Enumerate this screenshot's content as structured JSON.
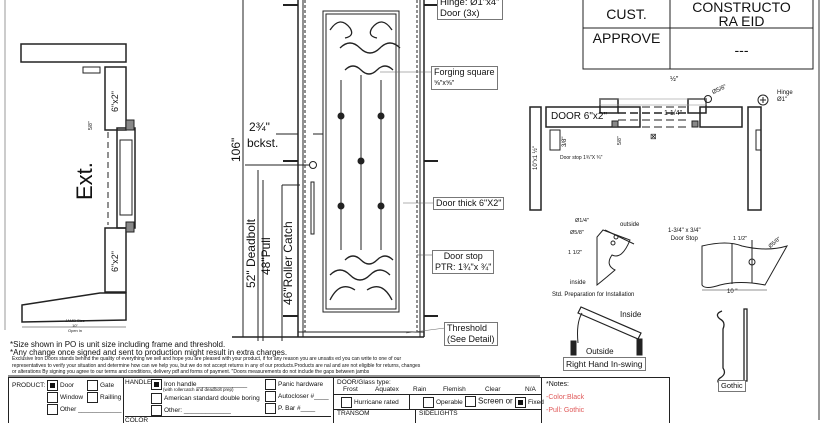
{
  "title_block": {
    "cust_label": "CUST.",
    "cust_value_line1": "CONSTRUCTO",
    "cust_value_line2": "RA EID",
    "approve_label": "APPROVE",
    "approve_value": "---"
  },
  "section_view": {
    "ext_label": "Ext.",
    "wall_top": "6\"x2\"",
    "wall_bottom": "6\"x2\"",
    "glass_dim": "5/8\"",
    "jamb_label": "JAMB Size",
    "jamb_size": "10\"",
    "jamb_open": "Open in"
  },
  "elevation": {
    "height_dim": "106\"",
    "backset_value": "2¾\"",
    "backset_label": "bckst.",
    "deadbolt": "52\" Deadbolt",
    "pull": "48\"Pull",
    "roller_catch": "46\"Roller Catch",
    "callouts": {
      "hinge_line1": "Hinge: Ø1\"x4\"",
      "hinge_line2": "Door (3x)",
      "forging_line1": "Forging square",
      "forging_line2": "⅝\"x⅝\"",
      "door_thick": "Door thick 6\"X2\"",
      "door_stop_line1": "Door stop",
      "door_stop_line2": "PTR: 1¾\"x ¾\"",
      "threshold_line1": "Threshold",
      "threshold_line2": "(See Detail)"
    }
  },
  "plan_view": {
    "half_inch": "½\"",
    "dia_5_8": "Ø5/8\"",
    "hinge_label": "Hinge",
    "hinge_dia": "Ø1\"",
    "door_label": "DOOR 6\"x2\"",
    "one_quarter": "1 1/4\"",
    "three_eighths": "3/8\"",
    "five_eighths": "5/8\"",
    "door_stop": "Door stop  1¾\"X ¾\"",
    "jamb": "10\"x1 ½\""
  },
  "prep_detail": {
    "dia_1_4": "Ø1/4\"",
    "dia_5_8": "Ø5/8\"",
    "outside": "outside",
    "one_half": "1 1/2\"",
    "inside": "inside",
    "caption": "Std. Preparation for Installation"
  },
  "stop_detail": {
    "stop_line1": "1-3/4\" x 3/4\"",
    "stop_line2": "Door Stop",
    "one_half": "1 1/2\"",
    "dia": "Ø5/8\"",
    "width": "10 \""
  },
  "swing": {
    "inside": "Inside",
    "outside": "Outside",
    "label": "Right Hand In-swing"
  },
  "handle_style": {
    "label": "Gothic"
  },
  "notes": {
    "line1": "*Size shown in PO is unit size including frame and threshold.",
    "line2": "*Any change once signed and sent to production might result in extra charges.",
    "fine1": "Exclusive Iron Doors stands behind the quality of everything we sell and hope you are pleased with your product, if for any reason you are unsatis    ed you can write to one of our",
    "fine2": "representatives to verify your situation and determine how can we help you, but we do not accept returns in any of our products.Products are     nal and are not eligible for returns, changes",
    "fine3": "or alterations By signing you agree to our terms and conditions, delivery pdf and forms of payment. \"Doors measurements do not include the gaps between jambs"
  },
  "form": {
    "product_label": "PRODUCT:",
    "product_options": [
      {
        "label": "Door",
        "checked": true
      },
      {
        "label": "Gate",
        "checked": false
      },
      {
        "label": "Window",
        "checked": false
      },
      {
        "label": "Railling",
        "checked": false
      },
      {
        "label": "Other",
        "checked": false
      }
    ],
    "handle_label": "HANDLE",
    "handle_options": [
      {
        "label": "Iron handle",
        "sub": "(with rollercatch and deadbolt prep)",
        "checked": true
      },
      {
        "label": "American standard double boring",
        "checked": false
      },
      {
        "label": "Other:",
        "checked": false
      },
      {
        "label": "Panic hardware",
        "checked": false
      },
      {
        "label": "Autocloser #",
        "checked": false
      },
      {
        "label": "P. Bar #",
        "checked": false
      }
    ],
    "color_label": "COLOR",
    "glass_label": "DOOR/Glass type:",
    "glass_types": [
      "Frost",
      "Aquatex",
      "Rain",
      "Flemish",
      "Clear",
      "N/A"
    ],
    "hurricane": {
      "label": "Hurricane rated",
      "checked": false
    },
    "operable": {
      "label": "Operable",
      "checked": false
    },
    "screen": {
      "label": "Screen or",
      "checked": false
    },
    "fixed": {
      "label": "Fixed",
      "checked": true
    },
    "transom_label": "TRANSOM",
    "sidelights_label": "SIDELIGHTS",
    "notes_label": "*Notes:",
    "note_color": "-Color:Black",
    "note_pull": "-Pull: Gothic"
  }
}
